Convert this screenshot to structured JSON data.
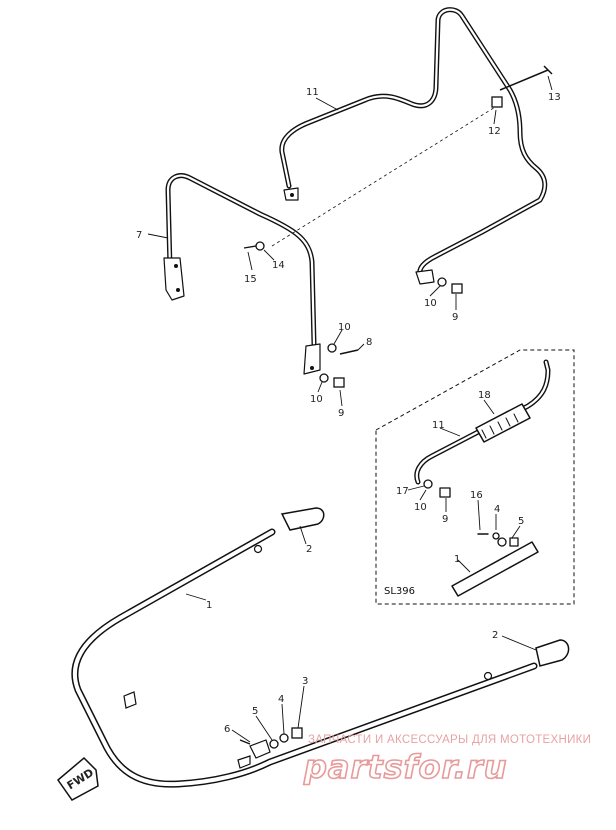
{
  "diagram": {
    "inset_code": "SL396",
    "fwd_label": "FWD",
    "part_labels": [
      {
        "id": "p11_top",
        "text": "11"
      },
      {
        "id": "p12",
        "text": "12"
      },
      {
        "id": "p13",
        "text": "13"
      },
      {
        "id": "p7",
        "text": "7"
      },
      {
        "id": "p14",
        "text": "14"
      },
      {
        "id": "p15",
        "text": "15"
      },
      {
        "id": "p10_right",
        "text": "10"
      },
      {
        "id": "p9_right",
        "text": "9"
      },
      {
        "id": "p10_mid",
        "text": "10"
      },
      {
        "id": "p8",
        "text": "8"
      },
      {
        "id": "p10_low",
        "text": "10"
      },
      {
        "id": "p9_low",
        "text": "9"
      },
      {
        "id": "p18",
        "text": "18"
      },
      {
        "id": "p11_inset",
        "text": "11"
      },
      {
        "id": "p17",
        "text": "17"
      },
      {
        "id": "p10_inset",
        "text": "10"
      },
      {
        "id": "p9_inset",
        "text": "9"
      },
      {
        "id": "p16",
        "text": "16"
      },
      {
        "id": "p4_inset",
        "text": "4"
      },
      {
        "id": "p5_inset",
        "text": "5"
      },
      {
        "id": "p1_inset",
        "text": "1"
      },
      {
        "id": "p2_top",
        "text": "2"
      },
      {
        "id": "p1_main",
        "text": "1"
      },
      {
        "id": "p2_right",
        "text": "2"
      },
      {
        "id": "p3",
        "text": "3"
      },
      {
        "id": "p4_main",
        "text": "4"
      },
      {
        "id": "p5_main",
        "text": "5"
      },
      {
        "id": "p6",
        "text": "6"
      }
    ]
  },
  "watermark": {
    "tagline": "ЗАПЧАСТИ И АКСЕССУАРЫ ДЛЯ МОТОТЕХНИКИ",
    "site": "partsfor.ru"
  }
}
